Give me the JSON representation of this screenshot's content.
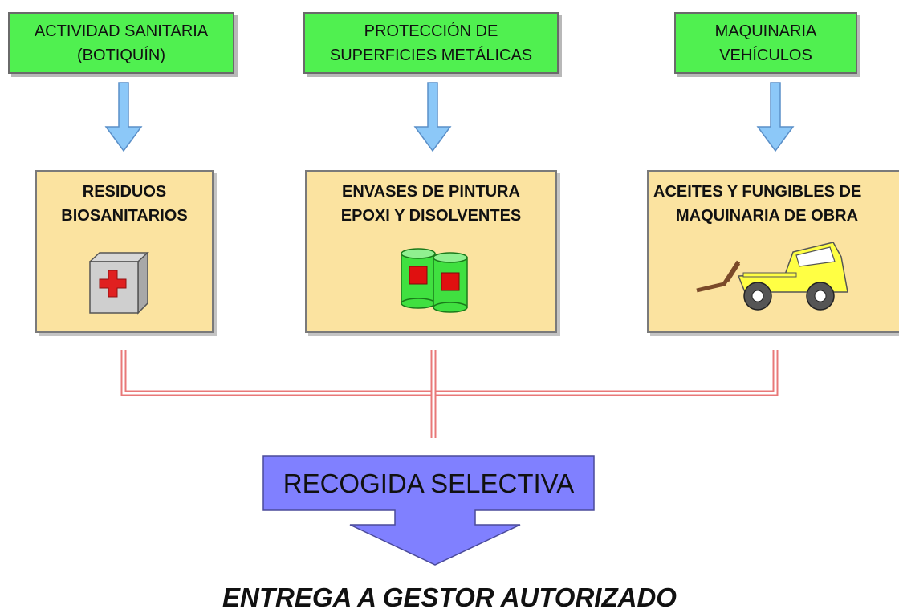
{
  "sources": [
    {
      "lines": [
        "ACTIVIDAD SANITARIA",
        "(BOTIQUÍN)"
      ]
    },
    {
      "lines": [
        "PROTECCIÓN DE",
        "SUPERFICIES METÁLICAS"
      ]
    },
    {
      "lines": [
        "MAQUINARIA",
        "VEHÍCULOS"
      ]
    }
  ],
  "wastes": [
    {
      "lines": [
        "RESIDUOS",
        "BIOSANITARIOS"
      ],
      "icon": "first-aid-kit-icon"
    },
    {
      "lines": [
        "ENVASES DE PINTURA",
        "EPOXI Y DISOLVENTES"
      ],
      "icon": "paint-cans-icon"
    },
    {
      "lines": [
        "ACEITES Y FUNGIBLES DE",
        "MAQUINARIA DE OBRA"
      ],
      "icon": "forklift-icon"
    }
  ],
  "collection": {
    "label": "RECOGIDA SELECTIVA"
  },
  "final": {
    "label": "ENTREGA A GESTOR AUTORIZADO"
  },
  "colors": {
    "source_fill": "#50f050",
    "waste_fill": "#fbe3a0",
    "down_arrow": "#8cc8f8",
    "connector": "#e87878",
    "collection_fill": "#8080ff"
  }
}
